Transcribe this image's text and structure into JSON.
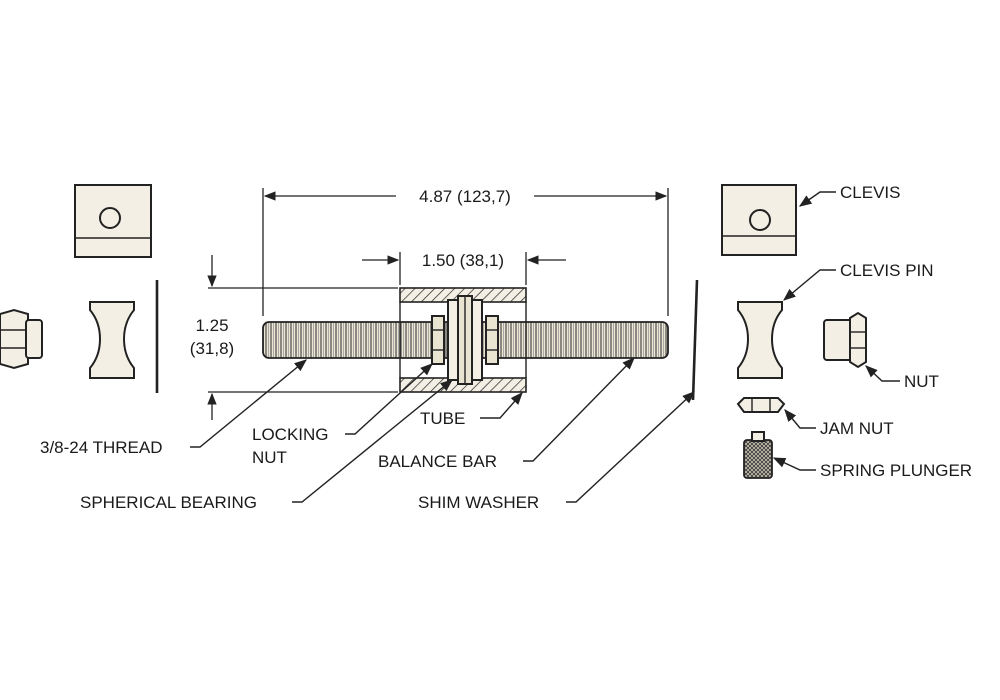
{
  "dimensions": {
    "overall_length": "4.87 (123,7)",
    "tube_length": "1.50 (38,1)",
    "height_in": "1.25",
    "height_mm": "(31,8)"
  },
  "labels": {
    "clevis": "CLEVIS",
    "clevis_pin": "CLEVIS PIN",
    "nut": "NUT",
    "jam_nut": "JAM NUT",
    "spring_plunger": "SPRING PLUNGER",
    "thread": "3/8-24 THREAD",
    "locking_line1": "LOCKING",
    "locking_line2": "NUT",
    "tube": "TUBE",
    "balance_bar": "BALANCE BAR",
    "spherical_bearing": "SPHERICAL BEARING",
    "shim_washer": "SHIM WASHER"
  }
}
